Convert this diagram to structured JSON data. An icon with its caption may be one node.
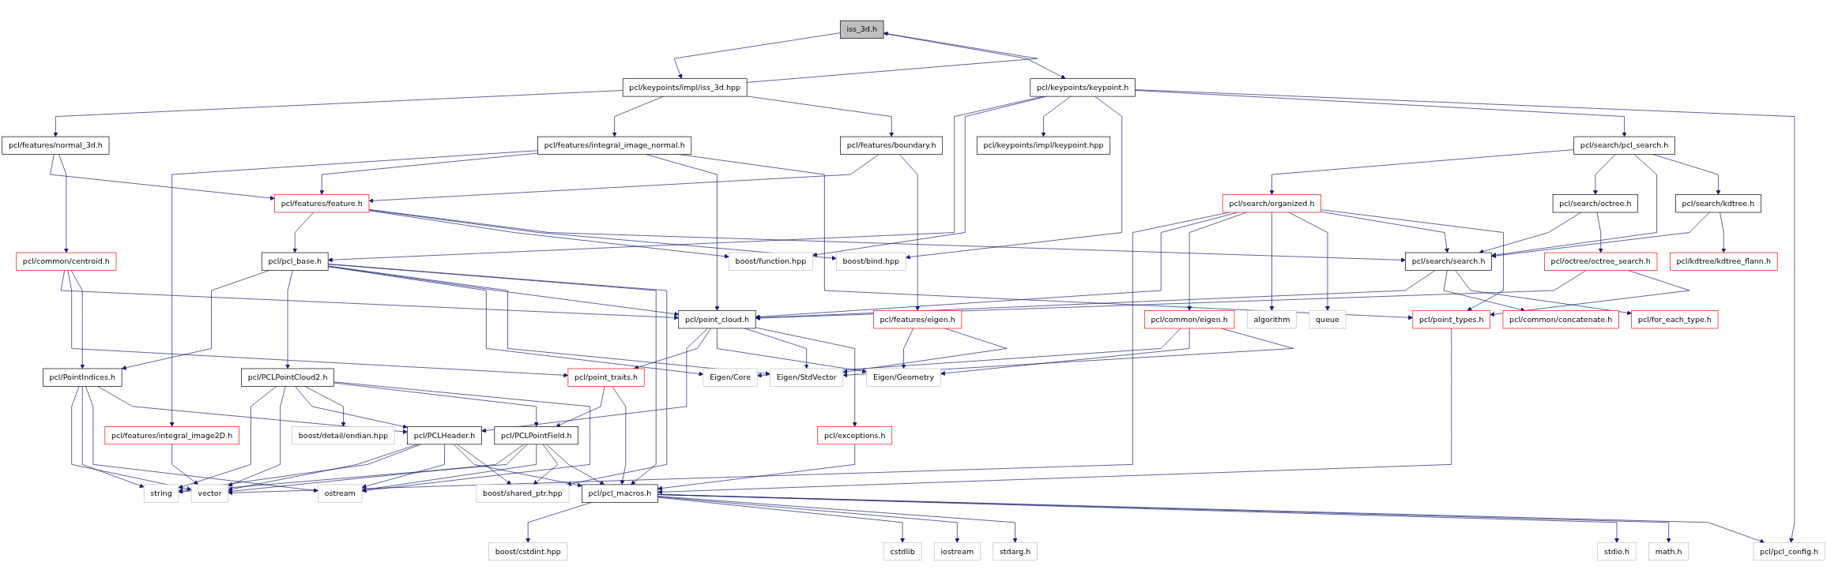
{
  "diagram": {
    "nodes": [
      {
        "text": [
          "iss_3d.h"
        ]
      },
      {
        "text": [
          "pcl/keypoints/impl/iss_3d.hpp"
        ]
      },
      {
        "text": [
          "pcl/keypoints/keypoint.h"
        ]
      },
      {
        "text": [
          "pcl/features/normal_3d.h"
        ]
      },
      {
        "text": [
          "pcl/features/integral_image_normal.h"
        ]
      },
      {
        "text": [
          "pcl/features/boundary.h"
        ]
      },
      {
        "text": [
          "pcl/keypoints/impl/keypoint.hpp"
        ]
      },
      {
        "text": [
          "pcl/search/pcl_search.h"
        ]
      },
      {
        "text": [
          "pcl/features/feature.h"
        ]
      },
      {
        "text": [
          "pcl/search/organized.h"
        ]
      },
      {
        "text": [
          "pcl/search/octree.h"
        ]
      },
      {
        "text": [
          "pcl/search/kdtree.h"
        ]
      },
      {
        "text": [
          "pcl/common/centroid.h"
        ]
      },
      {
        "text": [
          "pcl/pcl_base.h"
        ]
      },
      {
        "text": [
          "boost/function.hpp"
        ]
      },
      {
        "text": [
          "boost/bind.hpp"
        ]
      },
      {
        "text": [
          "pcl/common/eigen.h"
        ]
      },
      {
        "text": [
          "algorithm"
        ]
      },
      {
        "text": [
          "queue"
        ]
      },
      {
        "text": [
          "pcl/octree/octree_search.h"
        ]
      },
      {
        "text": [
          "pcl/search/search.h"
        ]
      },
      {
        "text": [
          "pcl/kdtree/kdtree_flann.h"
        ]
      },
      {
        "text": [
          "Eigen/Core"
        ]
      },
      {
        "text": [
          "pcl/point_cloud.h"
        ]
      },
      {
        "text": [
          "pcl/features/eigen.h"
        ]
      },
      {
        "text": [
          "pcl/point_types.h"
        ]
      },
      {
        "text": [
          "pcl/common/concatenate.h"
        ]
      },
      {
        "text": [
          "pcl/for_each_type.h"
        ]
      },
      {
        "text": [
          "pcl/PointIndices.h"
        ]
      },
      {
        "text": [
          "pcl/PCLPointCloud2.h"
        ]
      },
      {
        "text": [
          "pcl/point_traits.h"
        ]
      },
      {
        "text": [
          "Eigen/Geometry"
        ]
      },
      {
        "text": [
          "Eigen/StdVector"
        ]
      },
      {
        "text": [
          "pcl/features/integral_image2D.h"
        ]
      },
      {
        "text": [
          "pcl/PCLHeader.h"
        ]
      },
      {
        "text": [
          "boost/detail/endian.hpp"
        ]
      },
      {
        "text": [
          "pcl/PCLPointField.h"
        ]
      },
      {
        "text": [
          "pcl/exceptions.h"
        ]
      },
      {
        "text": [
          "vector"
        ]
      },
      {
        "text": [
          "string"
        ]
      },
      {
        "text": [
          "ostream"
        ]
      },
      {
        "text": [
          "boost/shared_ptr.hpp"
        ]
      },
      {
        "text": [
          "pcl/pcl_macros.h"
        ]
      },
      {
        "text": [
          "boost/cstdint.hpp"
        ]
      },
      {
        "text": [
          "cstdlib"
        ]
      },
      {
        "text": [
          "iostream"
        ]
      },
      {
        "text": [
          "stdarg.h"
        ]
      },
      {
        "text": [
          "stdio.h"
        ]
      },
      {
        "text": [
          "math.h"
        ]
      },
      {
        "text": [
          "pcl/pcl_config.h"
        ]
      }
    ],
    "edges": [
      {
        "from": 0,
        "to": 1,
        "arrow": "to"
      },
      {
        "from": 0,
        "to": 2,
        "arrow": "to"
      },
      {
        "from": 1,
        "to": 0,
        "arrow": "to"
      },
      {
        "from": 1,
        "to": 3,
        "arrow": "to"
      },
      {
        "from": 1,
        "to": 4,
        "arrow": "to"
      },
      {
        "from": 1,
        "to": 5,
        "arrow": "to"
      },
      {
        "from": 2,
        "to": 13,
        "arrow": "to"
      },
      {
        "from": 2,
        "to": 14,
        "arrow": "to"
      },
      {
        "from": 2,
        "to": 6,
        "arrow": "to"
      },
      {
        "from": 2,
        "to": 15,
        "arrow": "to"
      },
      {
        "from": 2,
        "to": 7,
        "arrow": "to"
      },
      {
        "from": 2,
        "to": 49,
        "arrow": "to"
      },
      {
        "from": 3,
        "to": 8,
        "arrow": "to"
      },
      {
        "from": 3,
        "to": 12,
        "arrow": "to"
      },
      {
        "from": 4,
        "to": 33,
        "arrow": "to"
      },
      {
        "from": 4,
        "to": 8,
        "arrow": "to"
      },
      {
        "from": 4,
        "to": 23,
        "arrow": "to"
      },
      {
        "from": 4,
        "to": 25,
        "arrow": "to"
      },
      {
        "from": 5,
        "to": 8,
        "arrow": "to"
      },
      {
        "from": 5,
        "to": 24,
        "arrow": "to"
      },
      {
        "from": 7,
        "to": 9,
        "arrow": "to"
      },
      {
        "from": 7,
        "to": 10,
        "arrow": "to"
      },
      {
        "from": 7,
        "to": 20,
        "arrow": "to"
      },
      {
        "from": 7,
        "to": 11,
        "arrow": "to"
      },
      {
        "from": 8,
        "to": 13,
        "arrow": "to"
      },
      {
        "from": 8,
        "to": 14,
        "arrow": "to"
      },
      {
        "from": 8,
        "to": 15,
        "arrow": "to"
      },
      {
        "from": 8,
        "to": 20,
        "arrow": "to"
      },
      {
        "from": 9,
        "to": 38,
        "arrow": "to"
      },
      {
        "from": 9,
        "to": 23,
        "arrow": "to"
      },
      {
        "from": 9,
        "to": 16,
        "arrow": "to"
      },
      {
        "from": 9,
        "to": 17,
        "arrow": "to"
      },
      {
        "from": 9,
        "to": 18,
        "arrow": "to"
      },
      {
        "from": 9,
        "to": 20,
        "arrow": "to"
      },
      {
        "from": 9,
        "to": 25,
        "arrow": "to"
      },
      {
        "from": 10,
        "to": 20,
        "arrow": "to"
      },
      {
        "from": 10,
        "to": 19,
        "arrow": "to"
      },
      {
        "from": 11,
        "to": 20,
        "arrow": "to"
      },
      {
        "from": 11,
        "to": 21,
        "arrow": "to"
      },
      {
        "from": 12,
        "to": 23,
        "arrow": "to"
      },
      {
        "from": 12,
        "to": 30,
        "arrow": "to"
      },
      {
        "from": 12,
        "to": 28,
        "arrow": "to"
      },
      {
        "from": 13,
        "to": 28,
        "arrow": "to"
      },
      {
        "from": 13,
        "to": 29,
        "arrow": "to"
      },
      {
        "from": 13,
        "to": 22,
        "arrow": "to"
      },
      {
        "from": 13,
        "to": 23,
        "arrow": "to"
      },
      {
        "from": 13,
        "to": 32,
        "arrow": "to"
      },
      {
        "from": 13,
        "to": 42,
        "arrow": "to"
      },
      {
        "from": 13,
        "to": 41,
        "arrow": "to"
      },
      {
        "from": 16,
        "to": 22,
        "arrow": "to"
      },
      {
        "from": 16,
        "to": 31,
        "arrow": "to"
      },
      {
        "from": 16,
        "to": 32,
        "arrow": "to"
      },
      {
        "from": 19,
        "to": 23,
        "arrow": "to"
      },
      {
        "from": 19,
        "to": 25,
        "arrow": "to"
      },
      {
        "from": 20,
        "to": 23,
        "arrow": "to"
      },
      {
        "from": 20,
        "to": 26,
        "arrow": "to"
      },
      {
        "from": 20,
        "to": 27,
        "arrow": "to"
      },
      {
        "from": 23,
        "to": 34,
        "arrow": "to"
      },
      {
        "from": 23,
        "to": 30,
        "arrow": "to"
      },
      {
        "from": 23,
        "to": 31,
        "arrow": "to"
      },
      {
        "from": 23,
        "to": 32,
        "arrow": "to"
      },
      {
        "from": 23,
        "to": 37,
        "arrow": "to"
      },
      {
        "from": 24,
        "to": 31,
        "arrow": "to"
      },
      {
        "from": 24,
        "to": 32,
        "arrow": "to"
      },
      {
        "from": 25,
        "to": 42,
        "arrow": "to"
      },
      {
        "from": 28,
        "to": 38,
        "arrow": "to"
      },
      {
        "from": 28,
        "to": 39,
        "arrow": "to"
      },
      {
        "from": 28,
        "to": 40,
        "arrow": "to"
      },
      {
        "from": 28,
        "to": 34,
        "arrow": "to"
      },
      {
        "from": 29,
        "to": 39,
        "arrow": "to"
      },
      {
        "from": 29,
        "to": 38,
        "arrow": "to"
      },
      {
        "from": 29,
        "to": 34,
        "arrow": "to"
      },
      {
        "from": 29,
        "to": 35,
        "arrow": "to"
      },
      {
        "from": 29,
        "to": 36,
        "arrow": "to"
      },
      {
        "from": 29,
        "to": 40,
        "arrow": "to"
      },
      {
        "from": 30,
        "to": 36,
        "arrow": "to"
      },
      {
        "from": 30,
        "to": 42,
        "arrow": "to"
      },
      {
        "from": 33,
        "to": 38,
        "arrow": "to"
      },
      {
        "from": 34,
        "to": 38,
        "arrow": "to"
      },
      {
        "from": 34,
        "to": 39,
        "arrow": "to"
      },
      {
        "from": 34,
        "to": 40,
        "arrow": "to"
      },
      {
        "from": 34,
        "to": 42,
        "arrow": "to"
      },
      {
        "from": 34,
        "to": 41,
        "arrow": "to"
      },
      {
        "from": 36,
        "to": 38,
        "arrow": "to"
      },
      {
        "from": 36,
        "to": 39,
        "arrow": "to"
      },
      {
        "from": 36,
        "to": 40,
        "arrow": "to"
      },
      {
        "from": 36,
        "to": 41,
        "arrow": "to"
      },
      {
        "from": 36,
        "to": 42,
        "arrow": "to"
      },
      {
        "from": 37,
        "to": 42,
        "arrow": "to"
      },
      {
        "from": 42,
        "to": 43,
        "arrow": "to"
      },
      {
        "from": 42,
        "to": 44,
        "arrow": "to"
      },
      {
        "from": 42,
        "to": 45,
        "arrow": "to"
      },
      {
        "from": 42,
        "to": 46,
        "arrow": "to"
      },
      {
        "from": 42,
        "to": 47,
        "arrow": "to"
      },
      {
        "from": 42,
        "to": 48,
        "arrow": "to"
      },
      {
        "from": 42,
        "to": 49,
        "arrow": "to"
      }
    ]
  }
}
